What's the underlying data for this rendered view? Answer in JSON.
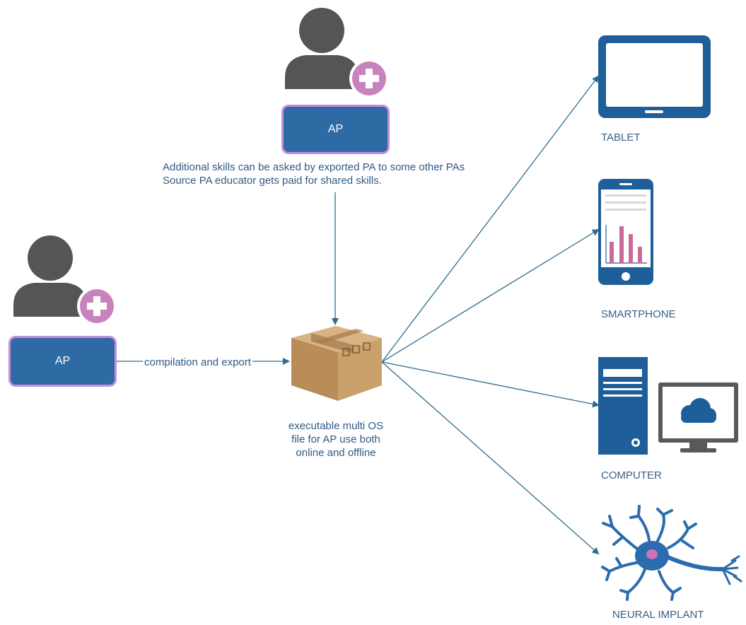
{
  "colors": {
    "ap_box": "#2e6aa4",
    "ap_border": "#c78fd8",
    "person": "#555555",
    "plus_badge": "#c883bd",
    "device": "#1f5f99",
    "connector": "#2f6d8f",
    "chart_bar": "#c86b9a",
    "neuron_body": "#2a6cad",
    "neuron_nucleus": "#d070b8",
    "box_cardboard": "#c69a63",
    "text": "#2f5a86"
  },
  "top_actor": {
    "icon": "person-plus-icon",
    "box_label": "AP",
    "note_lines": [
      "Additional skills can be asked by exported PA to some other PAs",
      "Source PA educator gets paid for shared skills."
    ]
  },
  "left_actor": {
    "icon": "person-plus-icon",
    "box_label": "AP",
    "edge_label": "compilation and export"
  },
  "package": {
    "icon": "cardboard-box-icon",
    "caption_lines": [
      "executable multi OS",
      "file for AP use both",
      "online and offline"
    ]
  },
  "targets": [
    {
      "label": "TABLET",
      "icon": "tablet-icon"
    },
    {
      "label": "SMARTPHONE",
      "icon": "smartphone-icon"
    },
    {
      "label": "COMPUTER",
      "icon": "computer-icon"
    },
    {
      "label": "NEURAL IMPLANT",
      "icon": "neuron-icon"
    }
  ]
}
